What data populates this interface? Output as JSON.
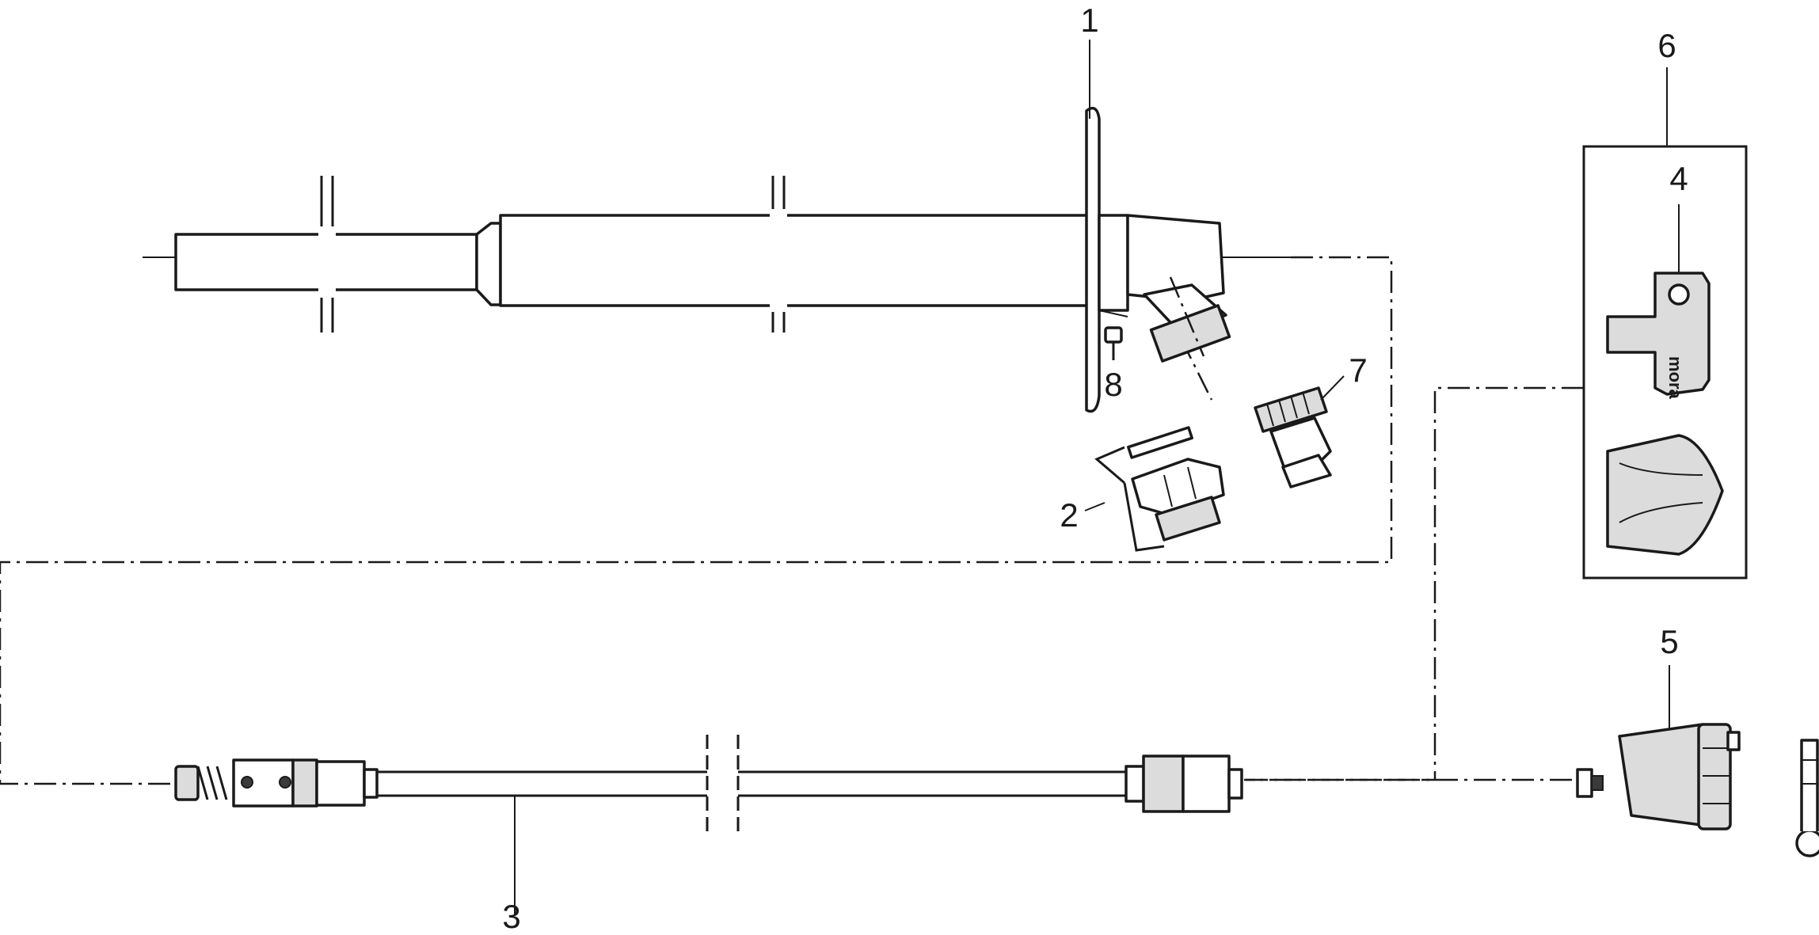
{
  "callouts": {
    "c1": "1",
    "c2": "2",
    "c3": "3",
    "c4": "4",
    "c5": "5",
    "c6": "6",
    "c7": "7",
    "c8": "8"
  },
  "key_brand": "mora"
}
